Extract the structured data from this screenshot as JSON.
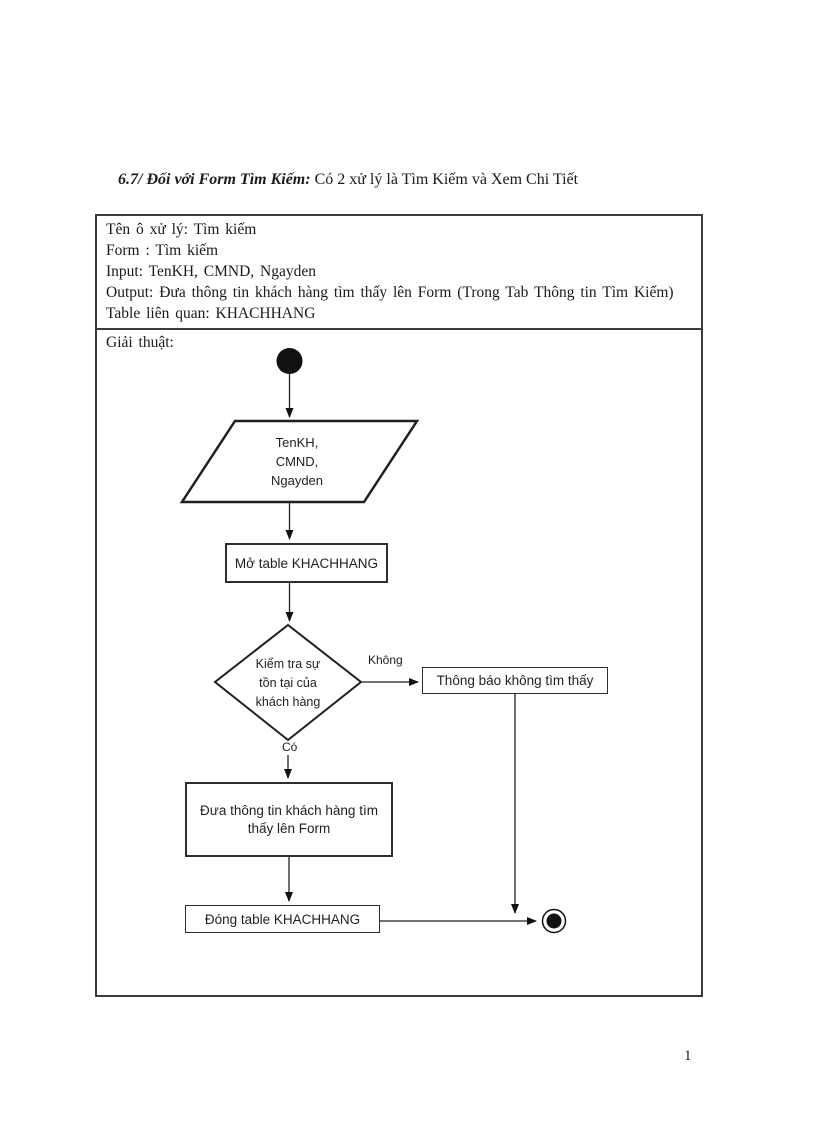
{
  "colors": {
    "ink": "#1f1f1f",
    "border": "#3b3b3b"
  },
  "heading": {
    "lead": "6.7/ Đối với Form Tìm Kiếm:",
    "rest": " Có 2 xử lý là Tìm Kiếm và Xem Chi Tiết"
  },
  "spec_box": {
    "lines": [
      "Tên ô xử lý: Tìm kiếm",
      "Form : Tìm kiếm",
      "Input: TenKH, CMND, Ngayden",
      "Output: Đưa thông tin khách hàng tìm thấy lên Form (Trong Tab Thông tin Tìm Kiếm)",
      "Table liên quan: KHACHHANG"
    ]
  },
  "algorithm": {
    "label": "Giải thuật:"
  },
  "flowchart": {
    "input_data": "TenKH,\nCMND,\nNgayden",
    "open_table": "Mở table KHACHHANG",
    "decision": "Kiểm tra sự\ntồn tại của\nkhách hàng",
    "label_no": "Không",
    "label_yes": "Có",
    "notify_not_found": "Thông báo không tìm thấy",
    "show_info": "Đưa thông tin khách hàng tìm thấy lên Form",
    "close_table": "Đóng table KHACHHANG"
  },
  "footer": {
    "page_number": "1"
  }
}
